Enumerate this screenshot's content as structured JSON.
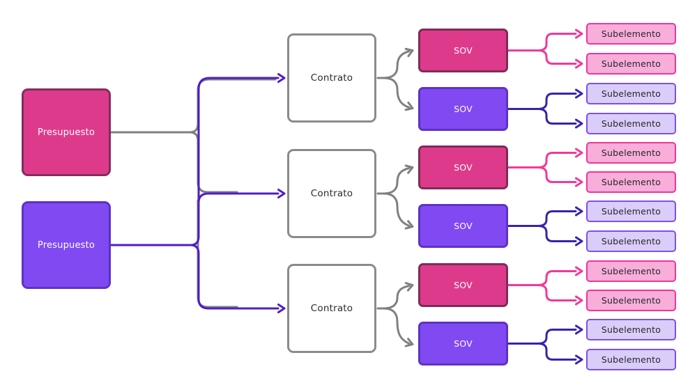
{
  "diagram": {
    "nodes": {
      "presupuestos": [
        {
          "label": "Presupuesto",
          "variant": "pink"
        },
        {
          "label": "Presupuesto",
          "variant": "purple"
        }
      ],
      "contratos": [
        {
          "label": "Contrato"
        },
        {
          "label": "Contrato"
        },
        {
          "label": "Contrato"
        }
      ],
      "sovs": [
        {
          "label": "SOV",
          "variant": "pink"
        },
        {
          "label": "SOV",
          "variant": "purple"
        },
        {
          "label": "SOV",
          "variant": "pink"
        },
        {
          "label": "SOV",
          "variant": "purple"
        },
        {
          "label": "SOV",
          "variant": "pink"
        },
        {
          "label": "SOV",
          "variant": "purple"
        }
      ],
      "subelementos": [
        {
          "label": "Subelemento",
          "variant": "pink"
        },
        {
          "label": "Subelemento",
          "variant": "pink"
        },
        {
          "label": "Subelemento",
          "variant": "purple"
        },
        {
          "label": "Subelemento",
          "variant": "purple"
        },
        {
          "label": "Subelemento",
          "variant": "pink"
        },
        {
          "label": "Subelemento",
          "variant": "pink"
        },
        {
          "label": "Subelemento",
          "variant": "purple"
        },
        {
          "label": "Subelemento",
          "variant": "purple"
        },
        {
          "label": "Subelemento",
          "variant": "pink"
        },
        {
          "label": "Subelemento",
          "variant": "pink"
        },
        {
          "label": "Subelemento",
          "variant": "purple"
        },
        {
          "label": "Subelemento",
          "variant": "purple"
        }
      ]
    },
    "edges": [
      {
        "from": "presupuesto-1",
        "to": [
          "contrato-1",
          "contrato-2",
          "contrato-3"
        ],
        "line_color": "gray"
      },
      {
        "from": "presupuesto-2",
        "to": [
          "contrato-1",
          "contrato-2",
          "contrato-3"
        ],
        "line_color": "purple"
      },
      {
        "from": "contrato-1",
        "to": [
          "sov-1",
          "sov-2"
        ],
        "line_color": "gray"
      },
      {
        "from": "contrato-2",
        "to": [
          "sov-3",
          "sov-4"
        ],
        "line_color": "gray"
      },
      {
        "from": "contrato-3",
        "to": [
          "sov-5",
          "sov-6"
        ],
        "line_color": "gray"
      },
      {
        "from": "sov-1",
        "to": [
          "subelemento-1",
          "subelemento-2"
        ],
        "line_color": "pink"
      },
      {
        "from": "sov-2",
        "to": [
          "subelemento-3",
          "subelemento-4"
        ],
        "line_color": "indigo"
      },
      {
        "from": "sov-3",
        "to": [
          "subelemento-5",
          "subelemento-6"
        ],
        "line_color": "pink"
      },
      {
        "from": "sov-4",
        "to": [
          "subelemento-7",
          "subelemento-8"
        ],
        "line_color": "indigo"
      },
      {
        "from": "sov-5",
        "to": [
          "subelemento-9",
          "subelemento-10"
        ],
        "line_color": "pink"
      },
      {
        "from": "sov-6",
        "to": [
          "subelemento-11",
          "subelemento-12"
        ],
        "line_color": "indigo"
      }
    ],
    "colors": {
      "pink_node_fill": "#DE3A8C",
      "pink_node_border": "#832C5E",
      "purple_node_fill": "#8149F1",
      "purple_node_border": "#5E31C7",
      "contrato_fill": "#FFFFFF",
      "contrato_border": "#8A8A8A",
      "sub_pink_fill": "#F9AEDA",
      "sub_pink_border": "#F0339A",
      "sub_purple_fill": "#DBCDF9",
      "sub_purple_border": "#7B50EC",
      "line_gray": "#808080",
      "line_purple": "#4F1EC8",
      "line_pink": "#F2389A",
      "line_indigo": "#3A23A8",
      "text_light": "#FFFFFF",
      "text_dark": "#26262E",
      "background": "#FFFFFF"
    }
  }
}
